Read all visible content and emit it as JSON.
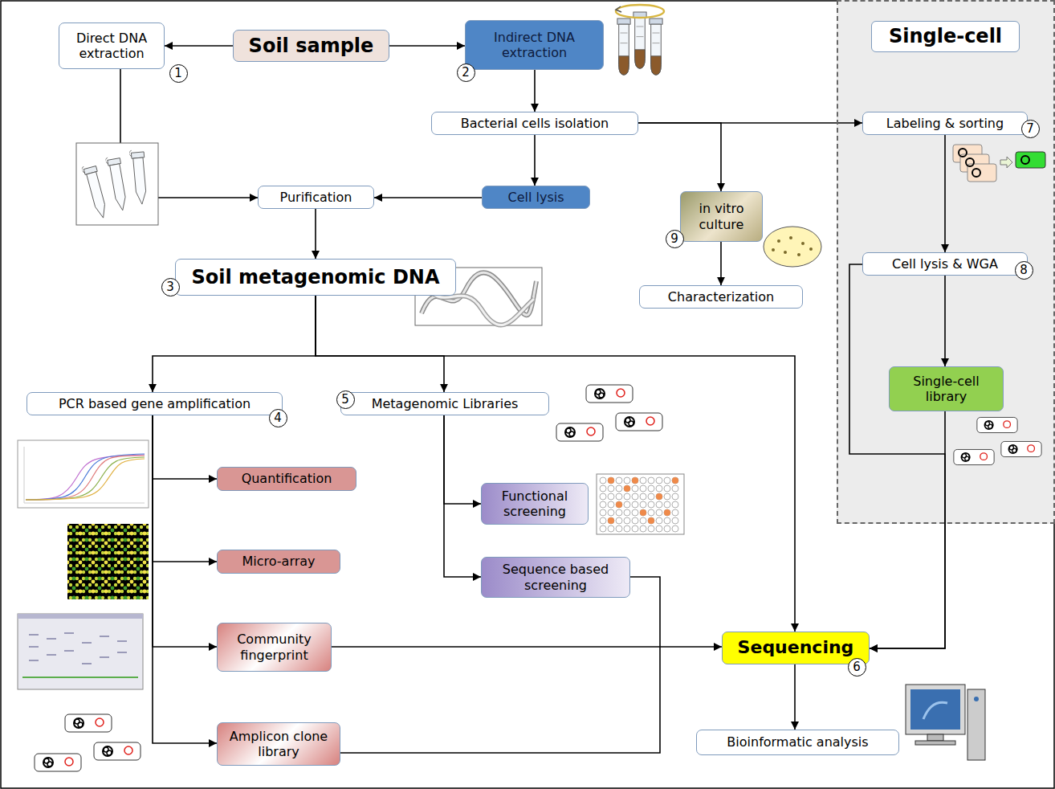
{
  "diagram": {
    "nodes": [
      {
        "text": [
          "Direct DNA extraction"
        ]
      },
      {
        "text": [
          "Soil sample"
        ]
      },
      {
        "text": [
          "Indirect DNA extraction"
        ]
      },
      {
        "text": [
          "Single-cell"
        ]
      },
      {
        "text": [
          "Bacterial cells isolation"
        ]
      },
      {
        "text": [
          "Labeling & sorting"
        ],
        "in": 3
      },
      {
        "text": [
          "Purification"
        ]
      },
      {
        "text": [
          "Cell lysis"
        ]
      },
      {
        "text": [
          "in vitro culture"
        ]
      },
      {
        "text": [
          "Soil metagenomic DNA"
        ]
      },
      {
        "text": [
          "Cell lysis & WGA"
        ],
        "in": 3
      },
      {
        "text": [
          "Characterization"
        ]
      },
      {
        "text": [
          "PCR based gene amplification"
        ]
      },
      {
        "text": [
          "Metagenomic Libraries"
        ]
      },
      {
        "text": [
          "Single-cell library"
        ],
        "in": 3
      },
      {
        "text": [
          "Quantification"
        ]
      },
      {
        "text": [
          "Functional screening"
        ]
      },
      {
        "text": [
          "Micro-array"
        ]
      },
      {
        "text": [
          "Sequence based screening"
        ]
      },
      {
        "text": [
          "Community fingerprint"
        ]
      },
      {
        "text": [
          "Sequencing"
        ]
      },
      {
        "text": [
          "Amplicon clone library"
        ]
      },
      {
        "text": [
          "Bioinformatic analysis"
        ]
      }
    ],
    "edges": [
      {
        "from": 1,
        "to": 0,
        "arrow": "to"
      },
      {
        "from": 1,
        "to": 2,
        "arrow": "to"
      },
      {
        "from": 2,
        "to": 4,
        "arrow": "to"
      },
      {
        "from": 0,
        "to": 6,
        "arrow": "to"
      },
      {
        "from": 4,
        "to": 7,
        "arrow": "to"
      },
      {
        "from": 7,
        "to": 6,
        "arrow": "to"
      },
      {
        "from": 4,
        "to": 5,
        "arrow": "to"
      },
      {
        "from": 4,
        "to": 8,
        "arrow": "to"
      },
      {
        "from": 6,
        "to": 9,
        "arrow": "to"
      },
      {
        "from": 8,
        "to": 11,
        "arrow": "to"
      },
      {
        "from": 5,
        "to": 10,
        "arrow": "to"
      },
      {
        "from": 10,
        "to": 14,
        "arrow": "to"
      },
      {
        "from": 10,
        "to": 20,
        "arrow": "to"
      },
      {
        "from": 14,
        "to": 20,
        "arrow": "to"
      },
      {
        "from": 9,
        "to": 12,
        "arrow": "to"
      },
      {
        "from": 9,
        "to": 13,
        "arrow": "to"
      },
      {
        "from": 9,
        "to": 20,
        "arrow": "to"
      },
      {
        "from": 12,
        "to": 15,
        "arrow": "to"
      },
      {
        "from": 12,
        "to": 17,
        "arrow": "to"
      },
      {
        "from": 12,
        "to": 19,
        "arrow": "to"
      },
      {
        "from": 12,
        "to": 21,
        "arrow": "to"
      },
      {
        "from": 13,
        "to": 16,
        "arrow": "to"
      },
      {
        "from": 13,
        "to": 18,
        "arrow": "to"
      },
      {
        "from": 19,
        "to": 20,
        "arrow": "to"
      },
      {
        "from": 18,
        "to": 21,
        "arrow": "none"
      },
      {
        "from": 20,
        "to": 22,
        "arrow": "to"
      }
    ],
    "labels": [
      "1",
      "2",
      "3",
      "4",
      "5",
      "6",
      "7",
      "8",
      "9"
    ]
  }
}
